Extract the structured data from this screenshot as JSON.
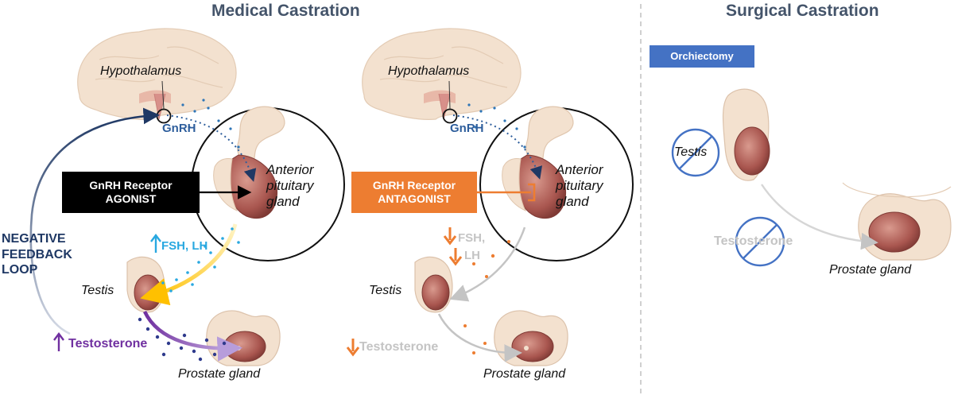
{
  "medical": {
    "title": "Medical Castration",
    "agonist_panel": {
      "hypothalamus": "Hypothalamus",
      "gnrh": "GnRH",
      "pituitary": [
        "Anterior",
        "pituitary",
        "gland"
      ],
      "box_line1": "GnRH Receptor",
      "box_line2": "AGONIST",
      "fsh_lh": "FSH, LH",
      "feedback": [
        "NEGATIVE",
        "FEEDBACK",
        "LOOP"
      ],
      "testis": "Testis",
      "testosterone": "Testosterone",
      "prostate": "Prostate gland"
    },
    "antagonist_panel": {
      "hypothalamus": "Hypothalamus",
      "gnrh": "GnRH",
      "pituitary": [
        "Anterior",
        "pituitary",
        "gland"
      ],
      "box_line1": "GnRH Receptor",
      "box_line2": "ANTAGONIST",
      "fsh": "FSH,",
      "lh": "LH",
      "testis": "Testis",
      "testosterone": "Testosterone",
      "prostate": "Prostate gland"
    }
  },
  "surgical": {
    "title": "Surgical Castration",
    "label": "Orchiectomy",
    "testis": "Testis",
    "testosterone": "Testosterone",
    "prostate": "Prostate gland"
  },
  "colors": {
    "title": "#44546a",
    "navy": "#1f3864",
    "blue_text": "#2e5e9c",
    "cyan": "#29a8e0",
    "yellow": "#ffc000",
    "purple": "#7030a0",
    "orange": "#ed7d31",
    "black_box": "#000000",
    "orchiectomy": "#4472c4",
    "grey": "#c4c4c4"
  }
}
